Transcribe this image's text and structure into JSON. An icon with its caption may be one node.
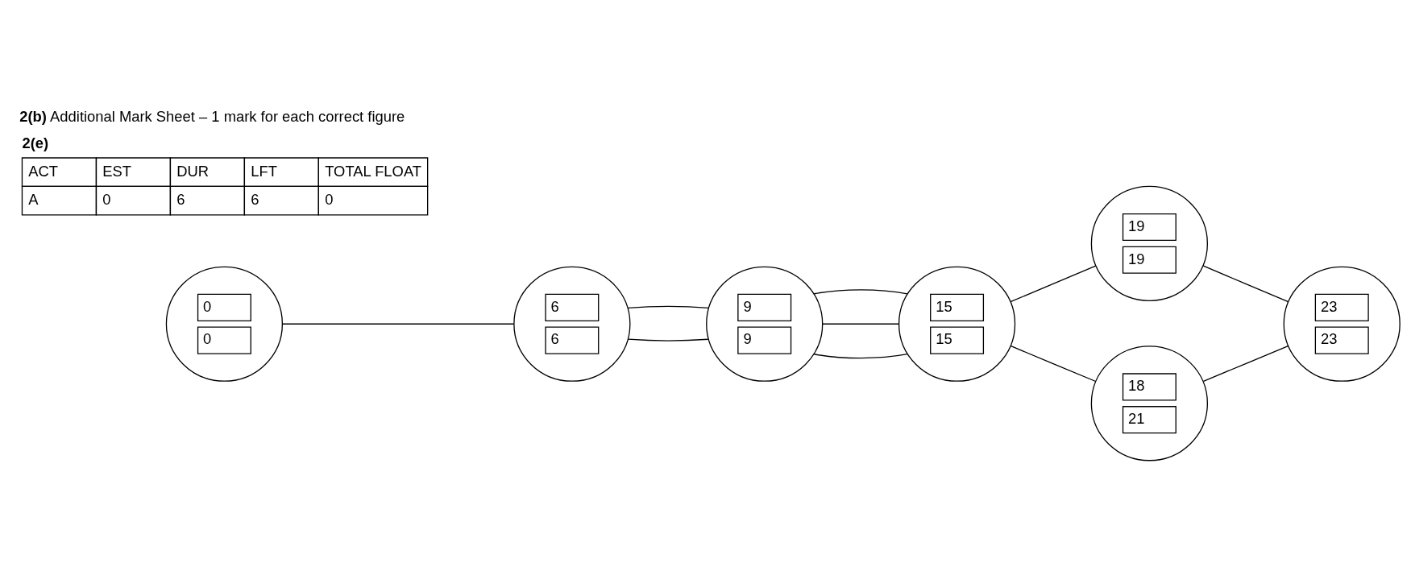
{
  "diagram": {
    "title": "**2(b)** Additional Mark Sheet – 1 mark for each correct figure",
    "nodes": [
      {
        "text": [
          "0",
          "0"
        ]
      },
      {
        "text": [
          "6",
          "6"
        ]
      },
      {
        "text": [
          "9",
          "9"
        ]
      },
      {
        "text": [
          "15",
          "15"
        ]
      },
      {
        "text": [
          "19",
          "19"
        ]
      },
      {
        "text": [
          "18",
          "21"
        ]
      },
      {
        "text": [
          "23",
          "23"
        ]
      }
    ],
    "edges": [
      {
        "from": 0,
        "to": 1,
        "arrow": "none"
      },
      {
        "from": 1,
        "to": 2,
        "arrow": "none"
      },
      {
        "from": 1,
        "to": 2,
        "arrow": "none"
      },
      {
        "from": 2,
        "to": 3,
        "arrow": "none"
      },
      {
        "from": 2,
        "to": 3,
        "arrow": "none"
      },
      {
        "from": 2,
        "to": 3,
        "arrow": "none"
      },
      {
        "from": 3,
        "to": 4,
        "arrow": "none"
      },
      {
        "from": 3,
        "to": 5,
        "arrow": "none"
      },
      {
        "from": 4,
        "to": 6,
        "arrow": "none"
      },
      {
        "from": 5,
        "to": 6,
        "arrow": "none"
      }
    ],
    "labels": [
      "2(e)",
      "ACT",
      "EST",
      "DUR",
      "LFT",
      "TOTAL FLOAT",
      "A",
      "0",
      "6",
      "6",
      "0"
    ]
  }
}
